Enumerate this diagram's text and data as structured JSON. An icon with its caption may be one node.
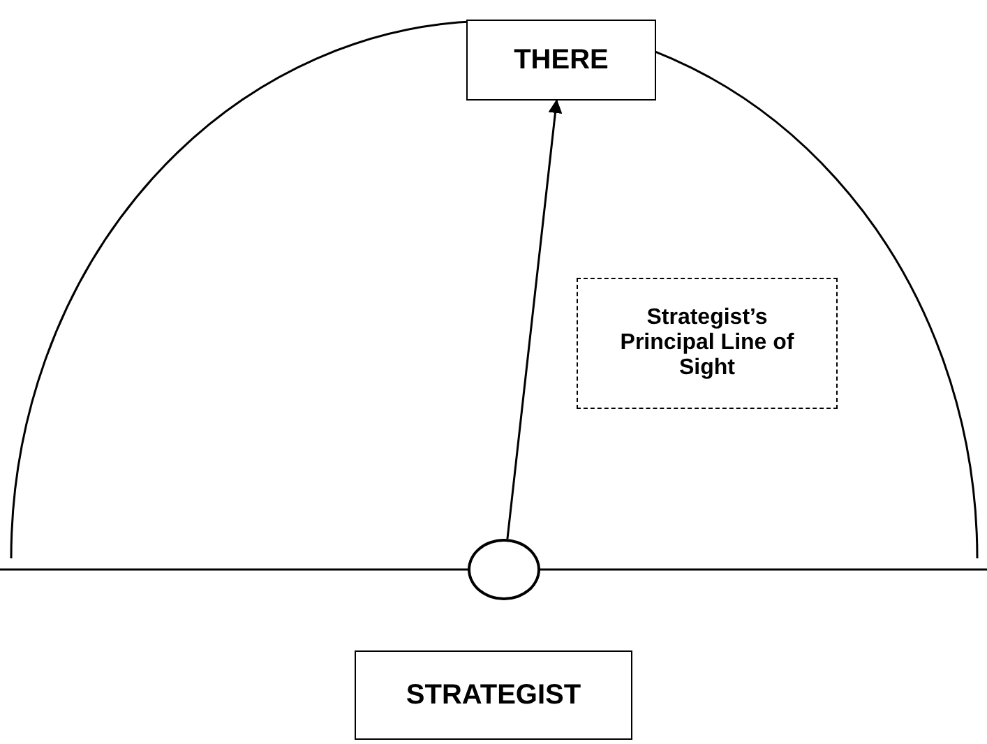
{
  "diagram": {
    "nodes": [
      {
        "text": [
          "THERE"
        ]
      },
      {
        "text": [
          "Strategist’s Principal Line of Sight"
        ]
      },
      {
        "text": [],
        "shape": "circle"
      },
      {
        "text": [
          "STRATEGIST"
        ]
      }
    ],
    "edges": [
      {
        "from": 2,
        "to": 0,
        "arrow": "to"
      }
    ]
  }
}
